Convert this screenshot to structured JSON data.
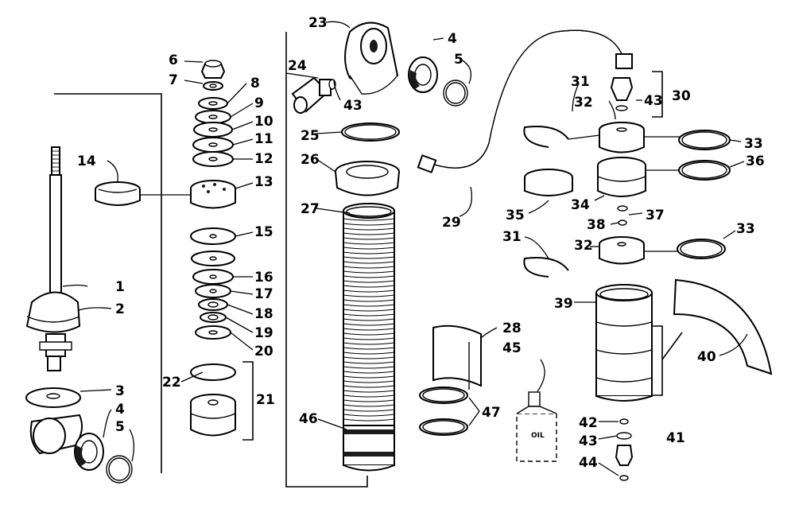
{
  "callouts": [
    {
      "id": "c1",
      "text": "1"
    },
    {
      "id": "c2",
      "text": "2"
    },
    {
      "id": "c3",
      "text": "3"
    },
    {
      "id": "c4a",
      "text": "4"
    },
    {
      "id": "c5a",
      "text": "5"
    },
    {
      "id": "c6",
      "text": "6"
    },
    {
      "id": "c7",
      "text": "7"
    },
    {
      "id": "c8",
      "text": "8"
    },
    {
      "id": "c9",
      "text": "9"
    },
    {
      "id": "c10",
      "text": "10"
    },
    {
      "id": "c11",
      "text": "11"
    },
    {
      "id": "c12",
      "text": "12"
    },
    {
      "id": "c13",
      "text": "13"
    },
    {
      "id": "c14",
      "text": "14"
    },
    {
      "id": "c15",
      "text": "15"
    },
    {
      "id": "c16",
      "text": "16"
    },
    {
      "id": "c17",
      "text": "17"
    },
    {
      "id": "c18",
      "text": "18"
    },
    {
      "id": "c19",
      "text": "19"
    },
    {
      "id": "c20",
      "text": "20"
    },
    {
      "id": "c21",
      "text": "21"
    },
    {
      "id": "c22",
      "text": "22"
    },
    {
      "id": "c23",
      "text": "23"
    },
    {
      "id": "c4b",
      "text": "4"
    },
    {
      "id": "c5b",
      "text": "5"
    },
    {
      "id": "c24",
      "text": "24"
    },
    {
      "id": "c43a",
      "text": "43"
    },
    {
      "id": "c25",
      "text": "25"
    },
    {
      "id": "c26",
      "text": "26"
    },
    {
      "id": "c27",
      "text": "27"
    },
    {
      "id": "c28",
      "text": "28"
    },
    {
      "id": "c45",
      "text": "45"
    },
    {
      "id": "c46",
      "text": "46"
    },
    {
      "id": "c47",
      "text": "47"
    },
    {
      "id": "c29",
      "text": "29"
    },
    {
      "id": "c31a",
      "text": "31"
    },
    {
      "id": "c32a",
      "text": "32"
    },
    {
      "id": "c43b",
      "text": "43"
    },
    {
      "id": "c30",
      "text": "30"
    },
    {
      "id": "c33a",
      "text": "33"
    },
    {
      "id": "c36",
      "text": "36"
    },
    {
      "id": "c35",
      "text": "35"
    },
    {
      "id": "c34",
      "text": "34"
    },
    {
      "id": "c38",
      "text": "38"
    },
    {
      "id": "c37",
      "text": "37"
    },
    {
      "id": "c31b",
      "text": "31"
    },
    {
      "id": "c32b",
      "text": "32"
    },
    {
      "id": "c33b",
      "text": "33"
    },
    {
      "id": "c39",
      "text": "39"
    },
    {
      "id": "c40",
      "text": "40"
    },
    {
      "id": "c42",
      "text": "42"
    },
    {
      "id": "c43c",
      "text": "43"
    },
    {
      "id": "c41",
      "text": "41"
    },
    {
      "id": "c44",
      "text": "44"
    }
  ],
  "oil_label": "OIL"
}
